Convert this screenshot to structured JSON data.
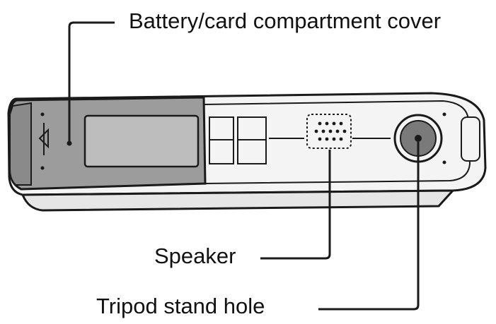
{
  "callouts": {
    "battery_cover": "Battery/card compartment cover",
    "speaker": "Speaker",
    "tripod_hole": "Tripod stand hole"
  },
  "colors": {
    "outline": "#1a1a1a",
    "cover_fill": "#9c9c9c",
    "body_fill": "#f4f4f4",
    "panel_fill": "#bdbdbd",
    "tripod_fill": "#7a7a7a"
  }
}
